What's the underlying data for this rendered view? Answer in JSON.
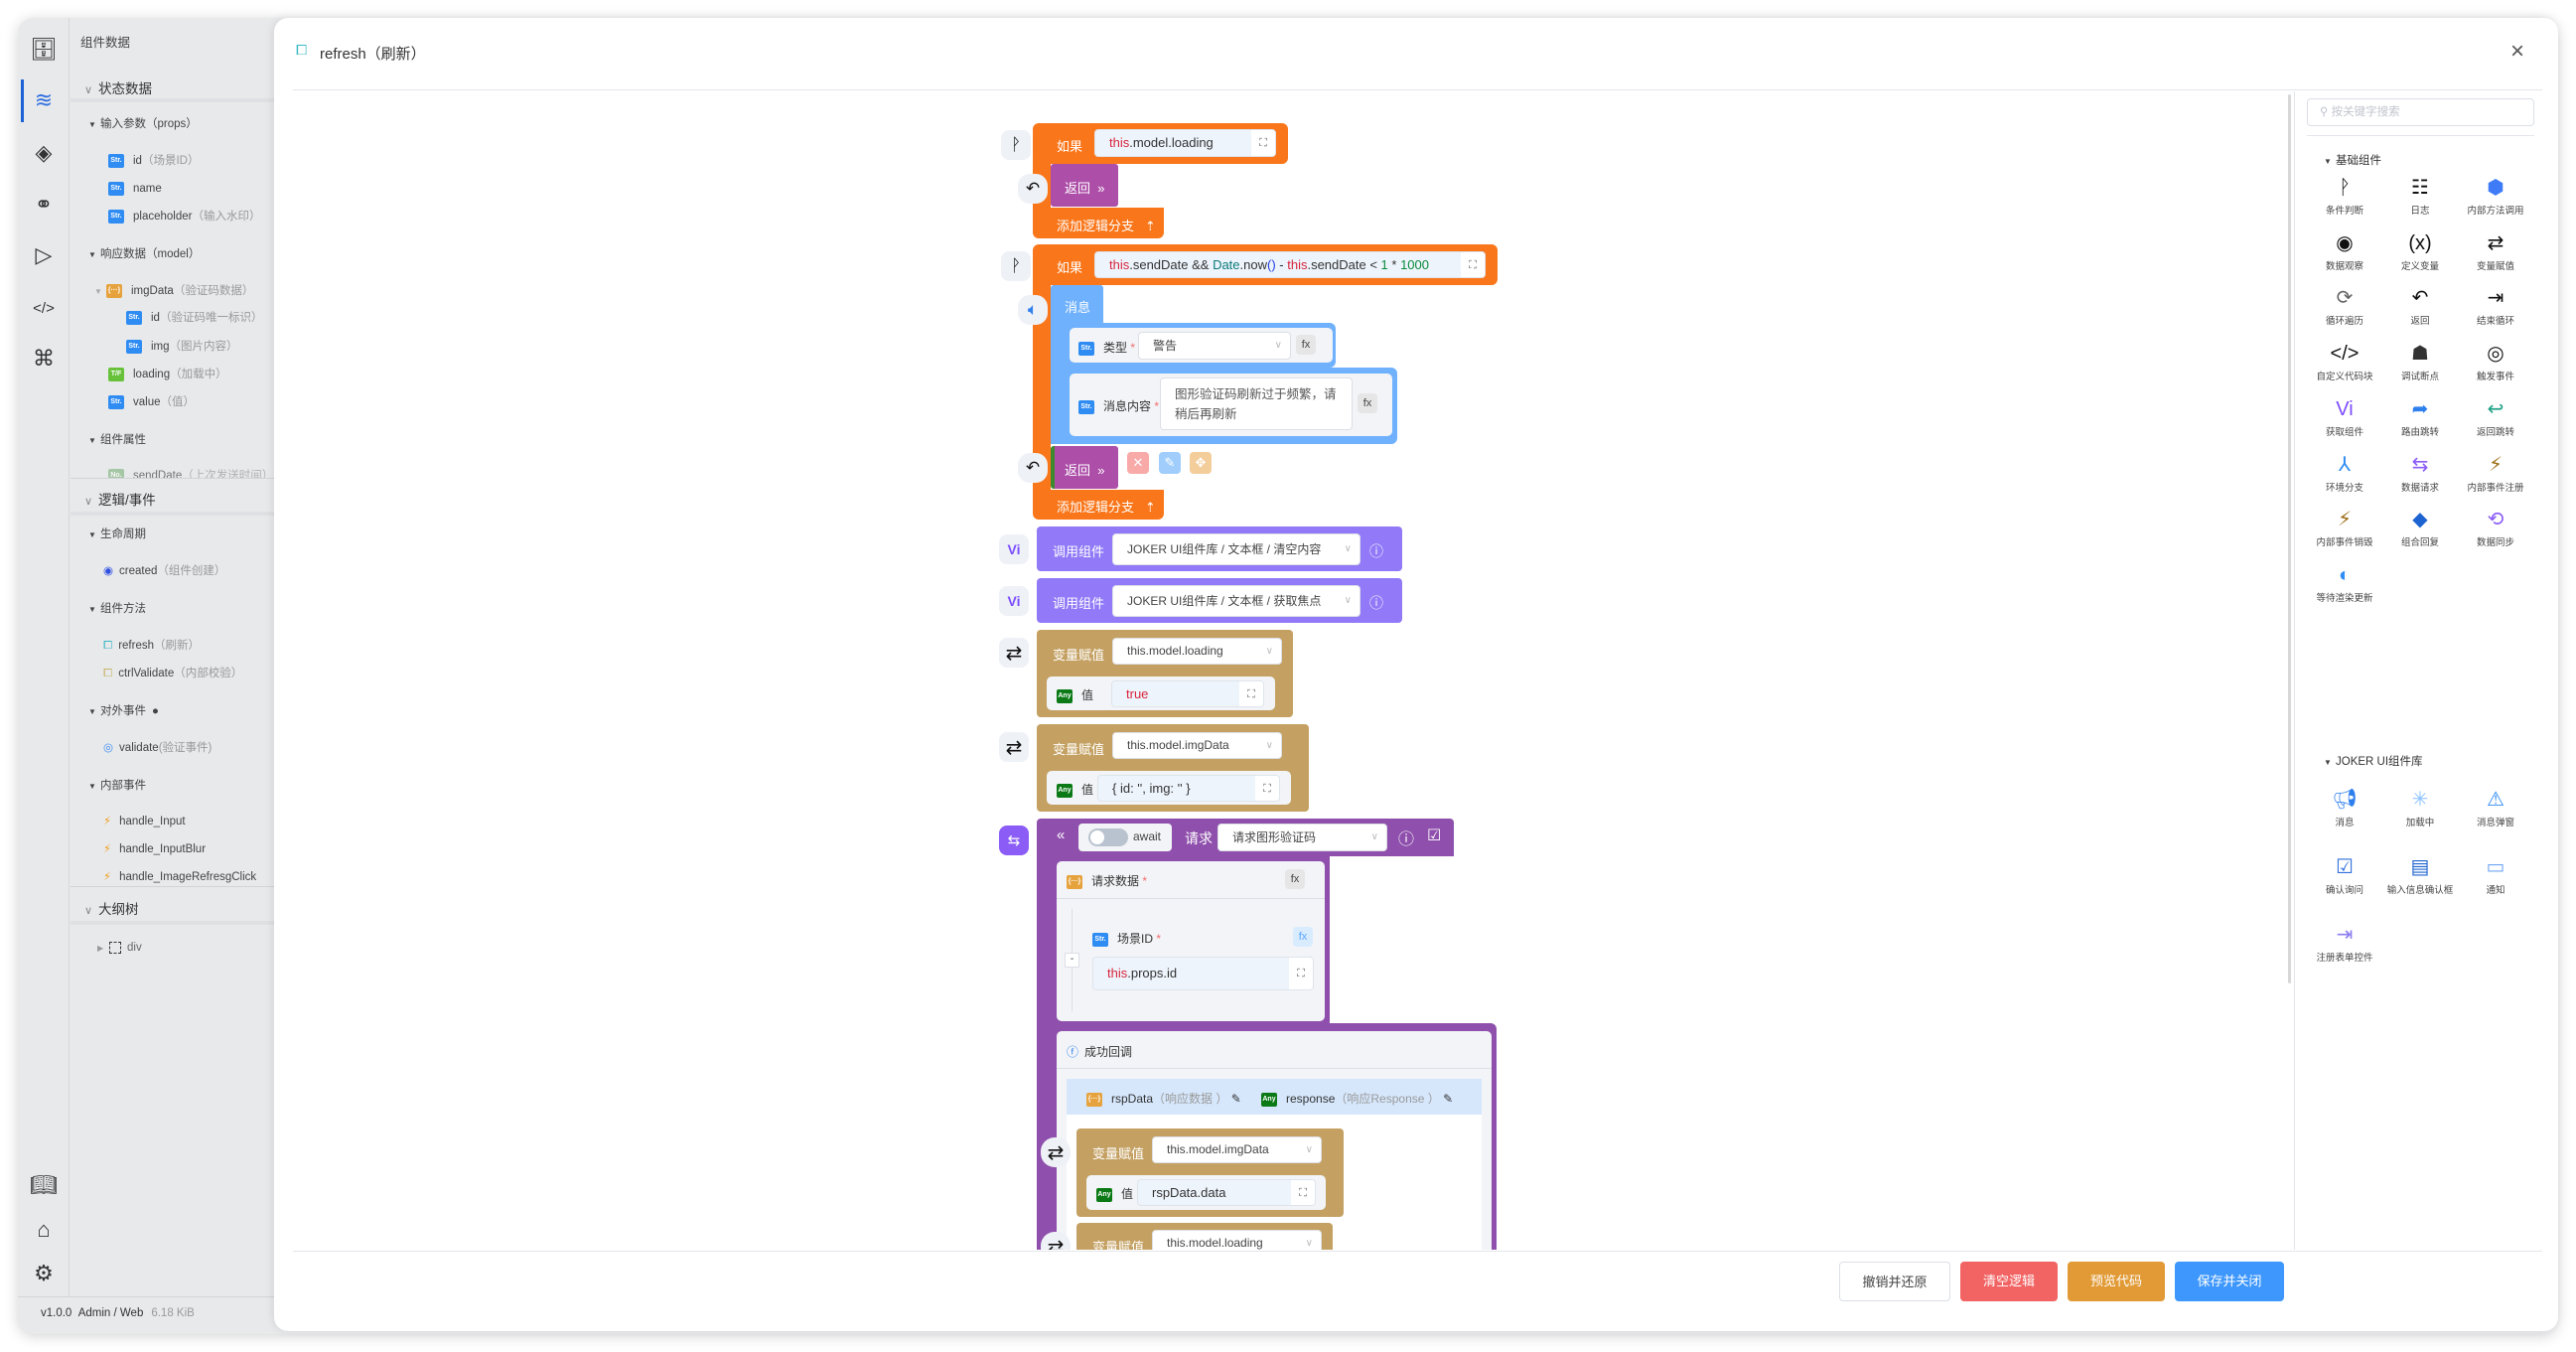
{
  "dialog": {
    "title": "refresh（刷新）",
    "close": "×"
  },
  "sidebar": {
    "title": "组件数据",
    "state_section": "状态数据",
    "props_group": "输入参数（props）",
    "props": [
      {
        "type": "Str.",
        "name": "id",
        "desc": "（场景ID）"
      },
      {
        "type": "Str.",
        "name": "name",
        "desc": ""
      },
      {
        "type": "Str.",
        "name": "placeholder",
        "desc": "（输入水印）"
      }
    ],
    "model_group": "响应数据（model）",
    "model": [
      {
        "type": "{···}",
        "name": "imgData",
        "desc": "（验证码数据）"
      },
      {
        "type": "Str.",
        "name": "id",
        "desc": "（验证码唯一标识）"
      },
      {
        "type": "Str.",
        "name": "img",
        "desc": "（图片内容）"
      },
      {
        "type": "T/F",
        "name": "loading",
        "desc": "（加载中）"
      },
      {
        "type": "Str.",
        "name": "value",
        "desc": "（值）"
      }
    ],
    "attr_group": "组件属性",
    "attrs": [
      {
        "type": "No.",
        "name": "sendDate",
        "desc": "（上次发送时间）"
      }
    ],
    "logic_section": "逻辑/事件",
    "lifecycle_group": "生命周期",
    "lifecycle": [
      {
        "name": "created",
        "desc": "（组件创建）"
      }
    ],
    "methods_group": "组件方法",
    "methods": [
      {
        "name": "refresh",
        "desc": "（刷新）"
      },
      {
        "name": "ctrlValidate",
        "desc": "（内部校验）"
      }
    ],
    "external_group": "对外事件",
    "external": [
      {
        "name": "validate",
        "desc": "(验证事件)"
      }
    ],
    "internal_group": "内部事件",
    "internal": [
      {
        "name": "handle_Input"
      },
      {
        "name": "handle_InputBlur"
      },
      {
        "name": "handle_ImageRefresgClick"
      }
    ],
    "outline_section": "大纲树",
    "outline": [
      {
        "name": "div"
      }
    ],
    "footer": {
      "version": "v1.0.0",
      "env": "Admin / Web",
      "size": "6.18 KiB"
    }
  },
  "canvas": {
    "if1": {
      "label": "如果",
      "expr_kw": "this",
      "expr": ".model.loading",
      "return": "返回",
      "add_branch": "添加逻辑分支"
    },
    "if2": {
      "label": "如果",
      "expr": [
        {
          "t": "this",
          "c": "kw"
        },
        {
          "t": ".sendDate && ",
          "c": ""
        },
        {
          "t": "Date",
          "c": "fn"
        },
        {
          "t": ".now",
          "c": ""
        },
        {
          "t": "()",
          "c": "br"
        },
        {
          "t": " - ",
          "c": ""
        },
        {
          "t": "this",
          "c": "kw"
        },
        {
          "t": ".sendDate < ",
          "c": ""
        },
        {
          "t": "1",
          "c": "num"
        },
        {
          "t": " * ",
          "c": ""
        },
        {
          "t": "1000",
          "c": "num"
        }
      ],
      "message": {
        "label": "消息",
        "type_label": "类型",
        "type_value": "警告",
        "content_label": "消息内容",
        "content_value": "图形验证码刷新过于频繁，请稍后再刷新"
      },
      "return": "返回",
      "add_branch": "添加逻辑分支"
    },
    "call1": {
      "label": "调用组件",
      "value": "JOKER UI组件库 / 文本框 / 清空内容"
    },
    "call2": {
      "label": "调用组件",
      "value": "JOKER UI组件库 / 文本框 / 获取焦点"
    },
    "assign1": {
      "label": "变量赋值",
      "target": "this.model.loading",
      "value_label": "值",
      "value": "true"
    },
    "assign2": {
      "label": "变量赋值",
      "target": "this.model.imgData",
      "value_label": "值",
      "value": "{ id: '', img: '' }"
    },
    "request": {
      "await": "await",
      "label": "请求",
      "value": "请求图形验证码",
      "data_label": "请求数据",
      "param_label": "场景ID",
      "param_value_kw": "this",
      "param_value": ".props.id",
      "success_label": "成功回调",
      "rsp_name": "rspData",
      "rsp_desc": "（响应数据 ）",
      "resp_name": "response",
      "resp_desc": "（响应Response ）",
      "assign_a": {
        "label": "变量赋值",
        "target": "this.model.imgData",
        "value_label": "值",
        "value": "rspData.data"
      },
      "assign_b": {
        "label": "变量赋值",
        "target": "this.model.loading"
      }
    },
    "fx": "fx"
  },
  "palette": {
    "search_placeholder": "按关键字搜索",
    "basic_title": "基础组件",
    "basic": [
      {
        "icon": "branch-icon",
        "label": "条件判断",
        "g": "ᚹ",
        "c": "#111"
      },
      {
        "icon": "log-icon",
        "label": "日志",
        "g": "☷",
        "c": "#111"
      },
      {
        "icon": "method-call-icon",
        "label": "内部方法调用",
        "g": "⬢",
        "c": "#3f7bf6"
      },
      {
        "icon": "watch-icon",
        "label": "数据观察",
        "g": "◉",
        "c": "#111"
      },
      {
        "icon": "variable-icon",
        "label": "定义变量",
        "g": "(x)",
        "c": "#111"
      },
      {
        "icon": "assign-icon",
        "label": "变量赋值",
        "g": "⇄",
        "c": "#111"
      },
      {
        "icon": "loop-icon",
        "label": "循环遍历",
        "g": "⟳",
        "c": "#666"
      },
      {
        "icon": "return-icon",
        "label": "返回",
        "g": "↶",
        "c": "#111"
      },
      {
        "icon": "break-icon",
        "label": "结束循环",
        "g": "⇥",
        "c": "#111"
      },
      {
        "icon": "code-icon",
        "label": "自定义代码块",
        "g": "</>",
        "c": "#111"
      },
      {
        "icon": "bug-icon",
        "label": "调试断点",
        "g": "☗",
        "c": "#333"
      },
      {
        "icon": "trigger-icon",
        "label": "触发事件",
        "g": "◎",
        "c": "#111"
      },
      {
        "icon": "vi-icon",
        "label": "获取组件",
        "g": "Vi",
        "c": "#7c4dff"
      },
      {
        "icon": "route-icon",
        "label": "路由跳转",
        "g": "➦",
        "c": "#2f80ed"
      },
      {
        "icon": "back-icon",
        "label": "返回跳转",
        "g": "↩",
        "c": "#1fa187"
      },
      {
        "icon": "env-branch-icon",
        "label": "环境分支",
        "g": "⅄",
        "c": "#2f8cf3"
      },
      {
        "icon": "request-icon",
        "label": "数据请求",
        "g": "⇆",
        "c": "#8b5cf6"
      },
      {
        "icon": "event-register-icon",
        "label": "内部事件注册",
        "g": "⚡",
        "c": "#a0701a"
      },
      {
        "icon": "event-destroy-icon",
        "label": "内部事件销毁",
        "g": "⚡",
        "c": "#a0701a"
      },
      {
        "icon": "combine-icon",
        "label": "组合回复",
        "g": "◆",
        "c": "#1e64d0"
      },
      {
        "icon": "sync-icon",
        "label": "数据同步",
        "g": "⟲",
        "c": "#8b5cf6"
      },
      {
        "icon": "render-wait-icon",
        "label": "等待渲染更新",
        "g": "◐",
        "c": "#2f8cf3"
      }
    ],
    "joker_title": "JOKER UI组件库",
    "joker": [
      {
        "icon": "message-icon",
        "label": "消息",
        "g": "📢︎",
        "c": "#2f80ed"
      },
      {
        "icon": "loading-icon",
        "label": "加载中",
        "g": "✳",
        "c": "#8cc3ff"
      },
      {
        "icon": "alert-icon",
        "label": "消息弹窗",
        "g": "⚠",
        "c": "#2f8cf3"
      },
      {
        "icon": "confirm-icon",
        "label": "确认询问",
        "g": "☑",
        "c": "#2f6fe0"
      },
      {
        "icon": "prompt-icon",
        "label": "输入信息确认框",
        "g": "▤",
        "c": "#1e64d0"
      },
      {
        "icon": "notify-icon",
        "label": "通知",
        "g": "▭",
        "c": "#6fa6f5"
      },
      {
        "icon": "register-form-icon",
        "label": "注册表单控件",
        "g": "⇥",
        "c": "#8a7cf3"
      }
    ]
  },
  "footer": {
    "undo": "撤销并还原",
    "clear": "清空逻辑",
    "preview": "预览代码",
    "save": "保存并关闭"
  },
  "colors": {
    "if": "#fa761a",
    "return": "#ad4fa8",
    "message": "#6fb1fd",
    "call": "#9179f8",
    "assign": "#c4a163",
    "request": "#8f4fac",
    "primary": "#3d97fd",
    "danger": "#f26464",
    "warning": "#e19a35"
  }
}
